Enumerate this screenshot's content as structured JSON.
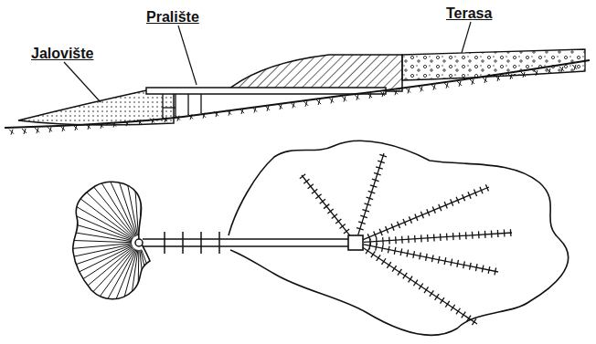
{
  "diagram": {
    "labels": [
      "Jalovište",
      "Pralište",
      "Terasa"
    ]
  }
}
